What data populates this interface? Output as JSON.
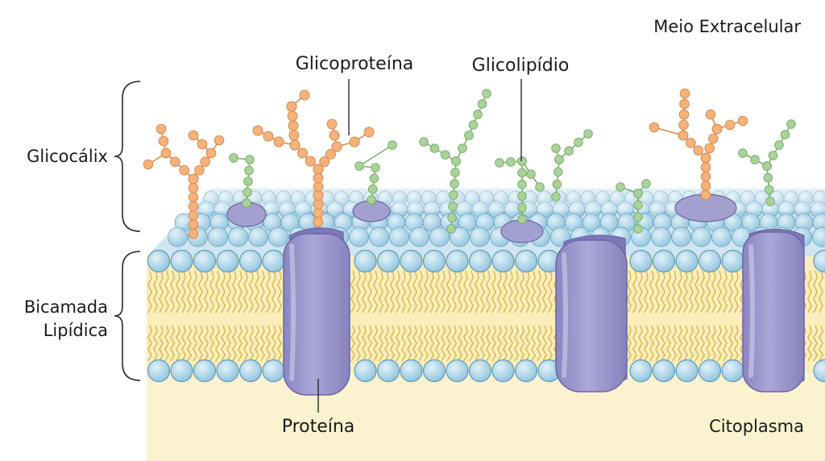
{
  "labels": {
    "extracellular": "Meio Extracelular",
    "glycoprotein": "Glicoproteína",
    "glycolipid": "Glicolipídio",
    "glycocalyx": "Glicocálix",
    "bilayer_line1": "Bicamada",
    "bilayer_line2": "Lipídica",
    "protein": "Proteína",
    "cytoplasm": "Citoplasma"
  },
  "colors": {
    "cytoplasm": "#fbf2cf",
    "lipid_tail": "#f0d77a",
    "phospholipid_head": "#a9d4e8",
    "phospholipid_head_stroke": "#5f9cbc",
    "protein_fill": "#a39fcf",
    "protein_stroke": "#6b66a6",
    "glycoprotein_sugar": "#f5b27a",
    "glycolipid_sugar": "#a9d39a",
    "text": "#1a1a1a"
  }
}
